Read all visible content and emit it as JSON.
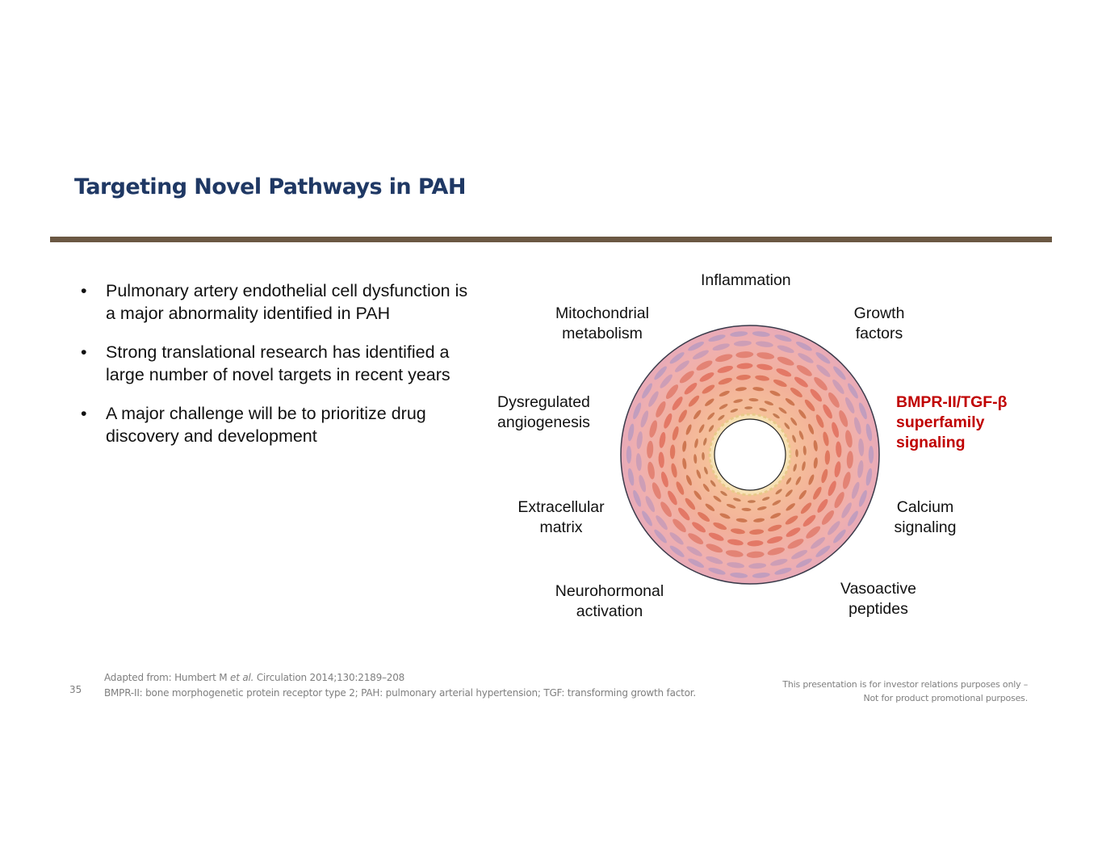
{
  "slide": {
    "title": "Targeting Novel Pathways in PAH",
    "page_number": "35"
  },
  "bullets": [
    {
      "marker": "•",
      "text": "Pulmonary artery endothelial cell dysfunction is a major abnormality identified in PAH"
    },
    {
      "marker": "•",
      "text": "Strong translational research has identified a large number of novel targets in recent years"
    },
    {
      "marker": "•",
      "text": "A major challenge will be to prioritize drug discovery and development"
    }
  ],
  "diagram": {
    "image": "pulmonary-artery-cross-section",
    "labels": {
      "inflammation": "Inflammation",
      "mitochondrial": "Mitochondrial\nmetabolism",
      "growth": "Growth\nfactors",
      "angiogenesis": "Dysregulated\nangiogenesis",
      "bmpr": "BMPR-II/TGF-β\nsuperfamily\nsignaling",
      "ecm": "Extracellular\nmatrix",
      "calcium": "Calcium\nsignaling",
      "neuro": "Neurohormonal\nactivation",
      "vasoactive": "Vasoactive\npeptides"
    },
    "highlight_color": "#c00000"
  },
  "footer": {
    "source_prefix": "Adapted from: Humbert M ",
    "source_italic": "et al.",
    "source_suffix": " Circulation 2014;130:2189–208",
    "abbreviations": "BMPR-II: bone morphogenetic protein receptor type 2; PAH: pulmonary arterial hypertension; TGF: transforming growth factor.",
    "disclaimer_line1": "This presentation is for investor relations purposes only –",
    "disclaimer_line2": "Not for product promotional purposes."
  }
}
